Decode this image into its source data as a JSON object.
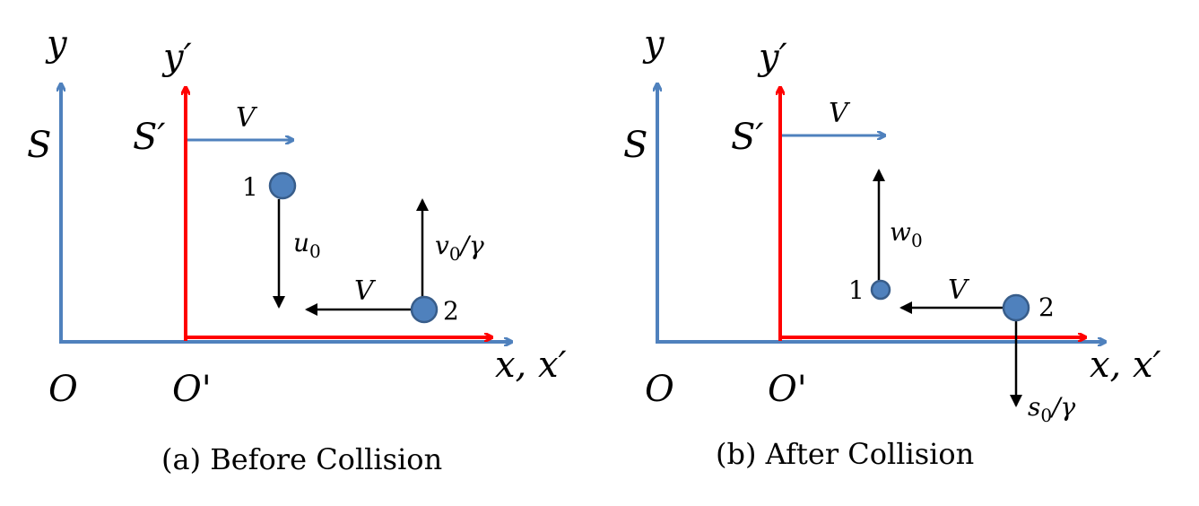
{
  "panel_a": {
    "caption": "(a) Before Collision",
    "labels": {
      "y": "y",
      "y_prime": "y′",
      "s": "S",
      "s_prime": "S′",
      "frame_velocity": "V",
      "origin": "O",
      "origin_prime": "O'",
      "x_axis": "x, x′",
      "particle_1": "1",
      "particle_2": "2",
      "vel_1": "u",
      "vel_1_sub": "0",
      "vel_2": "v",
      "vel_2_sub": "0",
      "vel_2_tail": "/γ",
      "particle_2_velocity": "V"
    }
  },
  "panel_b": {
    "caption": "(b) After Collision",
    "labels": {
      "y": "y",
      "y_prime": "y′",
      "s": "S",
      "s_prime": "S′",
      "frame_velocity": "V",
      "origin": "O",
      "origin_prime": "O'",
      "x_axis": "x, x′",
      "particle_1": "1",
      "particle_2": "2",
      "vel_1": "w",
      "vel_1_sub": "0",
      "vel_2": "s",
      "vel_2_sub": "0",
      "vel_2_tail": "/γ",
      "particle_2_velocity": "V"
    }
  },
  "colors": {
    "s_frame": "#4f81bd",
    "s_prime_frame": "#ff0000",
    "velocity": "#000000",
    "particle": "#4f81bd"
  }
}
